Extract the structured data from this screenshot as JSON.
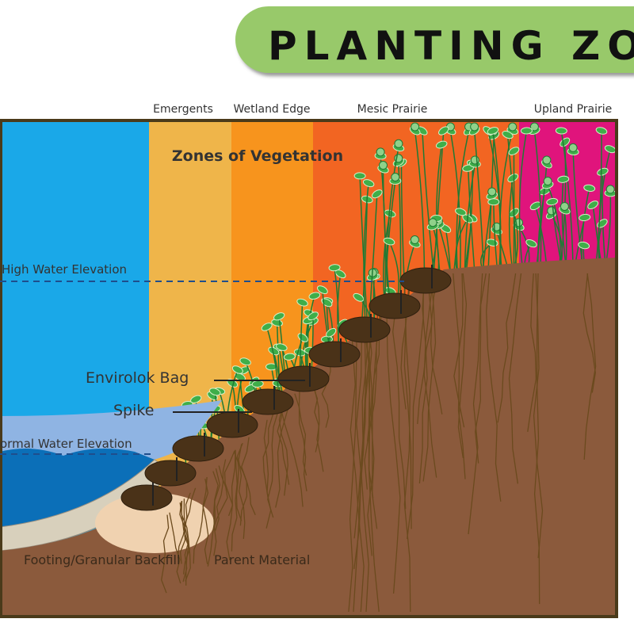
{
  "title": "PLANTING ZONES",
  "zones": [
    {
      "label": "Emergents",
      "color": "#efb54a"
    },
    {
      "label": "Wetland Edge",
      "color": "#f7941d"
    },
    {
      "label": "Mesic Prairie",
      "color": "#f26522"
    },
    {
      "label": "Upland Prairie",
      "color": "#e0147c"
    }
  ],
  "water_color": "#1aa8e8",
  "heading": "Zones of Vegetation",
  "labels": {
    "high_water": "High Water Elevation",
    "normal_water": "ormal Water Elevation",
    "bag": "Envirolok Bag",
    "spike": "Spike",
    "footing": "Footing/Granular Backfill",
    "parent": "Parent Material"
  },
  "colors": {
    "title_pill": "#98c96a",
    "soil": "#8b5a3c",
    "bag": "#4a3218",
    "plant": "#3fae49"
  }
}
